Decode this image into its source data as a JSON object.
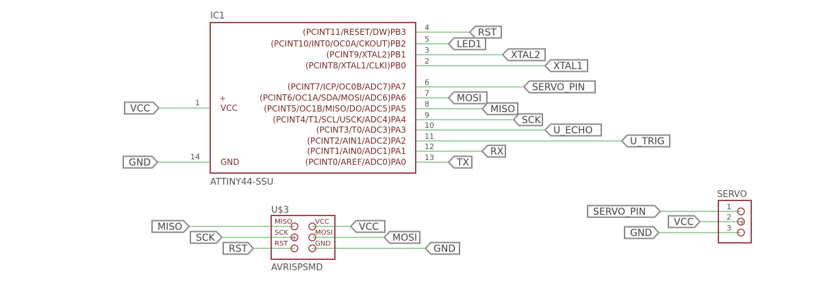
{
  "colors": {
    "body": "#a0464e",
    "wire": "#4da64d",
    "label": "#888888",
    "text": "#555555",
    "pin_text": "#7a2a2a",
    "background": "#ffffff"
  },
  "ic1": {
    "ref": "IC1",
    "value": "ATTINY44-SSU",
    "left_pins": [
      {
        "num": "1",
        "name": "VCC",
        "net": "VCC"
      },
      {
        "num": "14",
        "name": "GND",
        "net": "GND"
      }
    ],
    "right_pins": [
      {
        "num": "4",
        "name": "(PCINT11/RESET/DW)PB3",
        "net": "RST"
      },
      {
        "num": "5",
        "name": "(PCINT10/INT0/OC0A/CKOUT)PB2",
        "net": "LED1"
      },
      {
        "num": "3",
        "name": "(PCINT9/XTAL2)PB1",
        "net": "XTAL2"
      },
      {
        "num": "2",
        "name": "(PCINT8/XTAL1/CLKI)PB0",
        "net": "XTAL1"
      },
      {
        "num": "6",
        "name": "(PCINT7/ICP/OC0B/ADC7)PA7",
        "net": "SERVO_PIN"
      },
      {
        "num": "7",
        "name": "(PCINT6/OC1A/SDA/MOSI/ADC6)PA6",
        "net": "MOSI"
      },
      {
        "num": "8",
        "name": "(PCINT5/OC1B/MISO/DO/ADC5)PA5",
        "net": "MISO"
      },
      {
        "num": "9",
        "name": "(PCINT4/T1/SCL/USCK/ADC4)PA4",
        "net": "SCK"
      },
      {
        "num": "10",
        "name": "(PCINT3/T0/ADC3)PA3",
        "net": "U_ECHO"
      },
      {
        "num": "11",
        "name": "(PCINT2/AIN1/ADC2)PA2",
        "net": "U_TRIG"
      },
      {
        "num": "12",
        "name": "(PCINT1/AIN0/ADC1)PA1",
        "net": "RX"
      },
      {
        "num": "13",
        "name": "(PCINT0/AREF/ADC0)PA0",
        "net": "TX"
      }
    ]
  },
  "u3": {
    "ref": "U$3",
    "value": "AVRISPSMD",
    "left_pins": [
      {
        "name": "MISO",
        "net": "MISO"
      },
      {
        "name": "SCK",
        "net": "SCK"
      },
      {
        "name": "RST",
        "net": "RST"
      }
    ],
    "right_pins": [
      {
        "name": "VCC",
        "net": "VCC"
      },
      {
        "name": "MOSI",
        "net": "MOSI"
      },
      {
        "name": "GND",
        "net": "GND"
      }
    ]
  },
  "servo": {
    "ref": "SERVO",
    "pins": [
      {
        "num": "1",
        "net": "SERVO_PIN"
      },
      {
        "num": "2",
        "net": "VCC"
      },
      {
        "num": "3",
        "net": "GND"
      }
    ]
  }
}
